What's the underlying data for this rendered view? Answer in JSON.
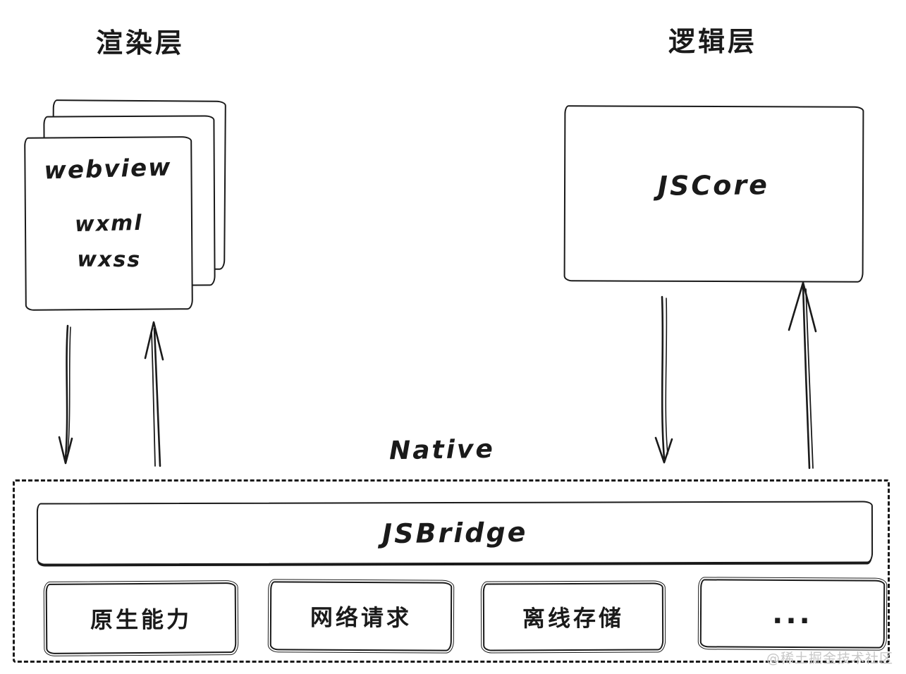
{
  "labels": {
    "render_layer": "渲染层",
    "logic_layer": "逻辑层",
    "native": "Native",
    "watermark": "@稀土掘金技术社区"
  },
  "webview_stack": {
    "title": "webview",
    "line1": "wxml",
    "line2": "wxss"
  },
  "jscore": {
    "label": "JSCore"
  },
  "native_box": {
    "jsbridge_label": "JSBridge",
    "capabilities": [
      "原生能力",
      "网络请求",
      "离线存储",
      "..."
    ]
  },
  "colors": {
    "stroke": "#1a1a1a",
    "background": "#ffffff",
    "watermark": "#c8c8c8"
  }
}
